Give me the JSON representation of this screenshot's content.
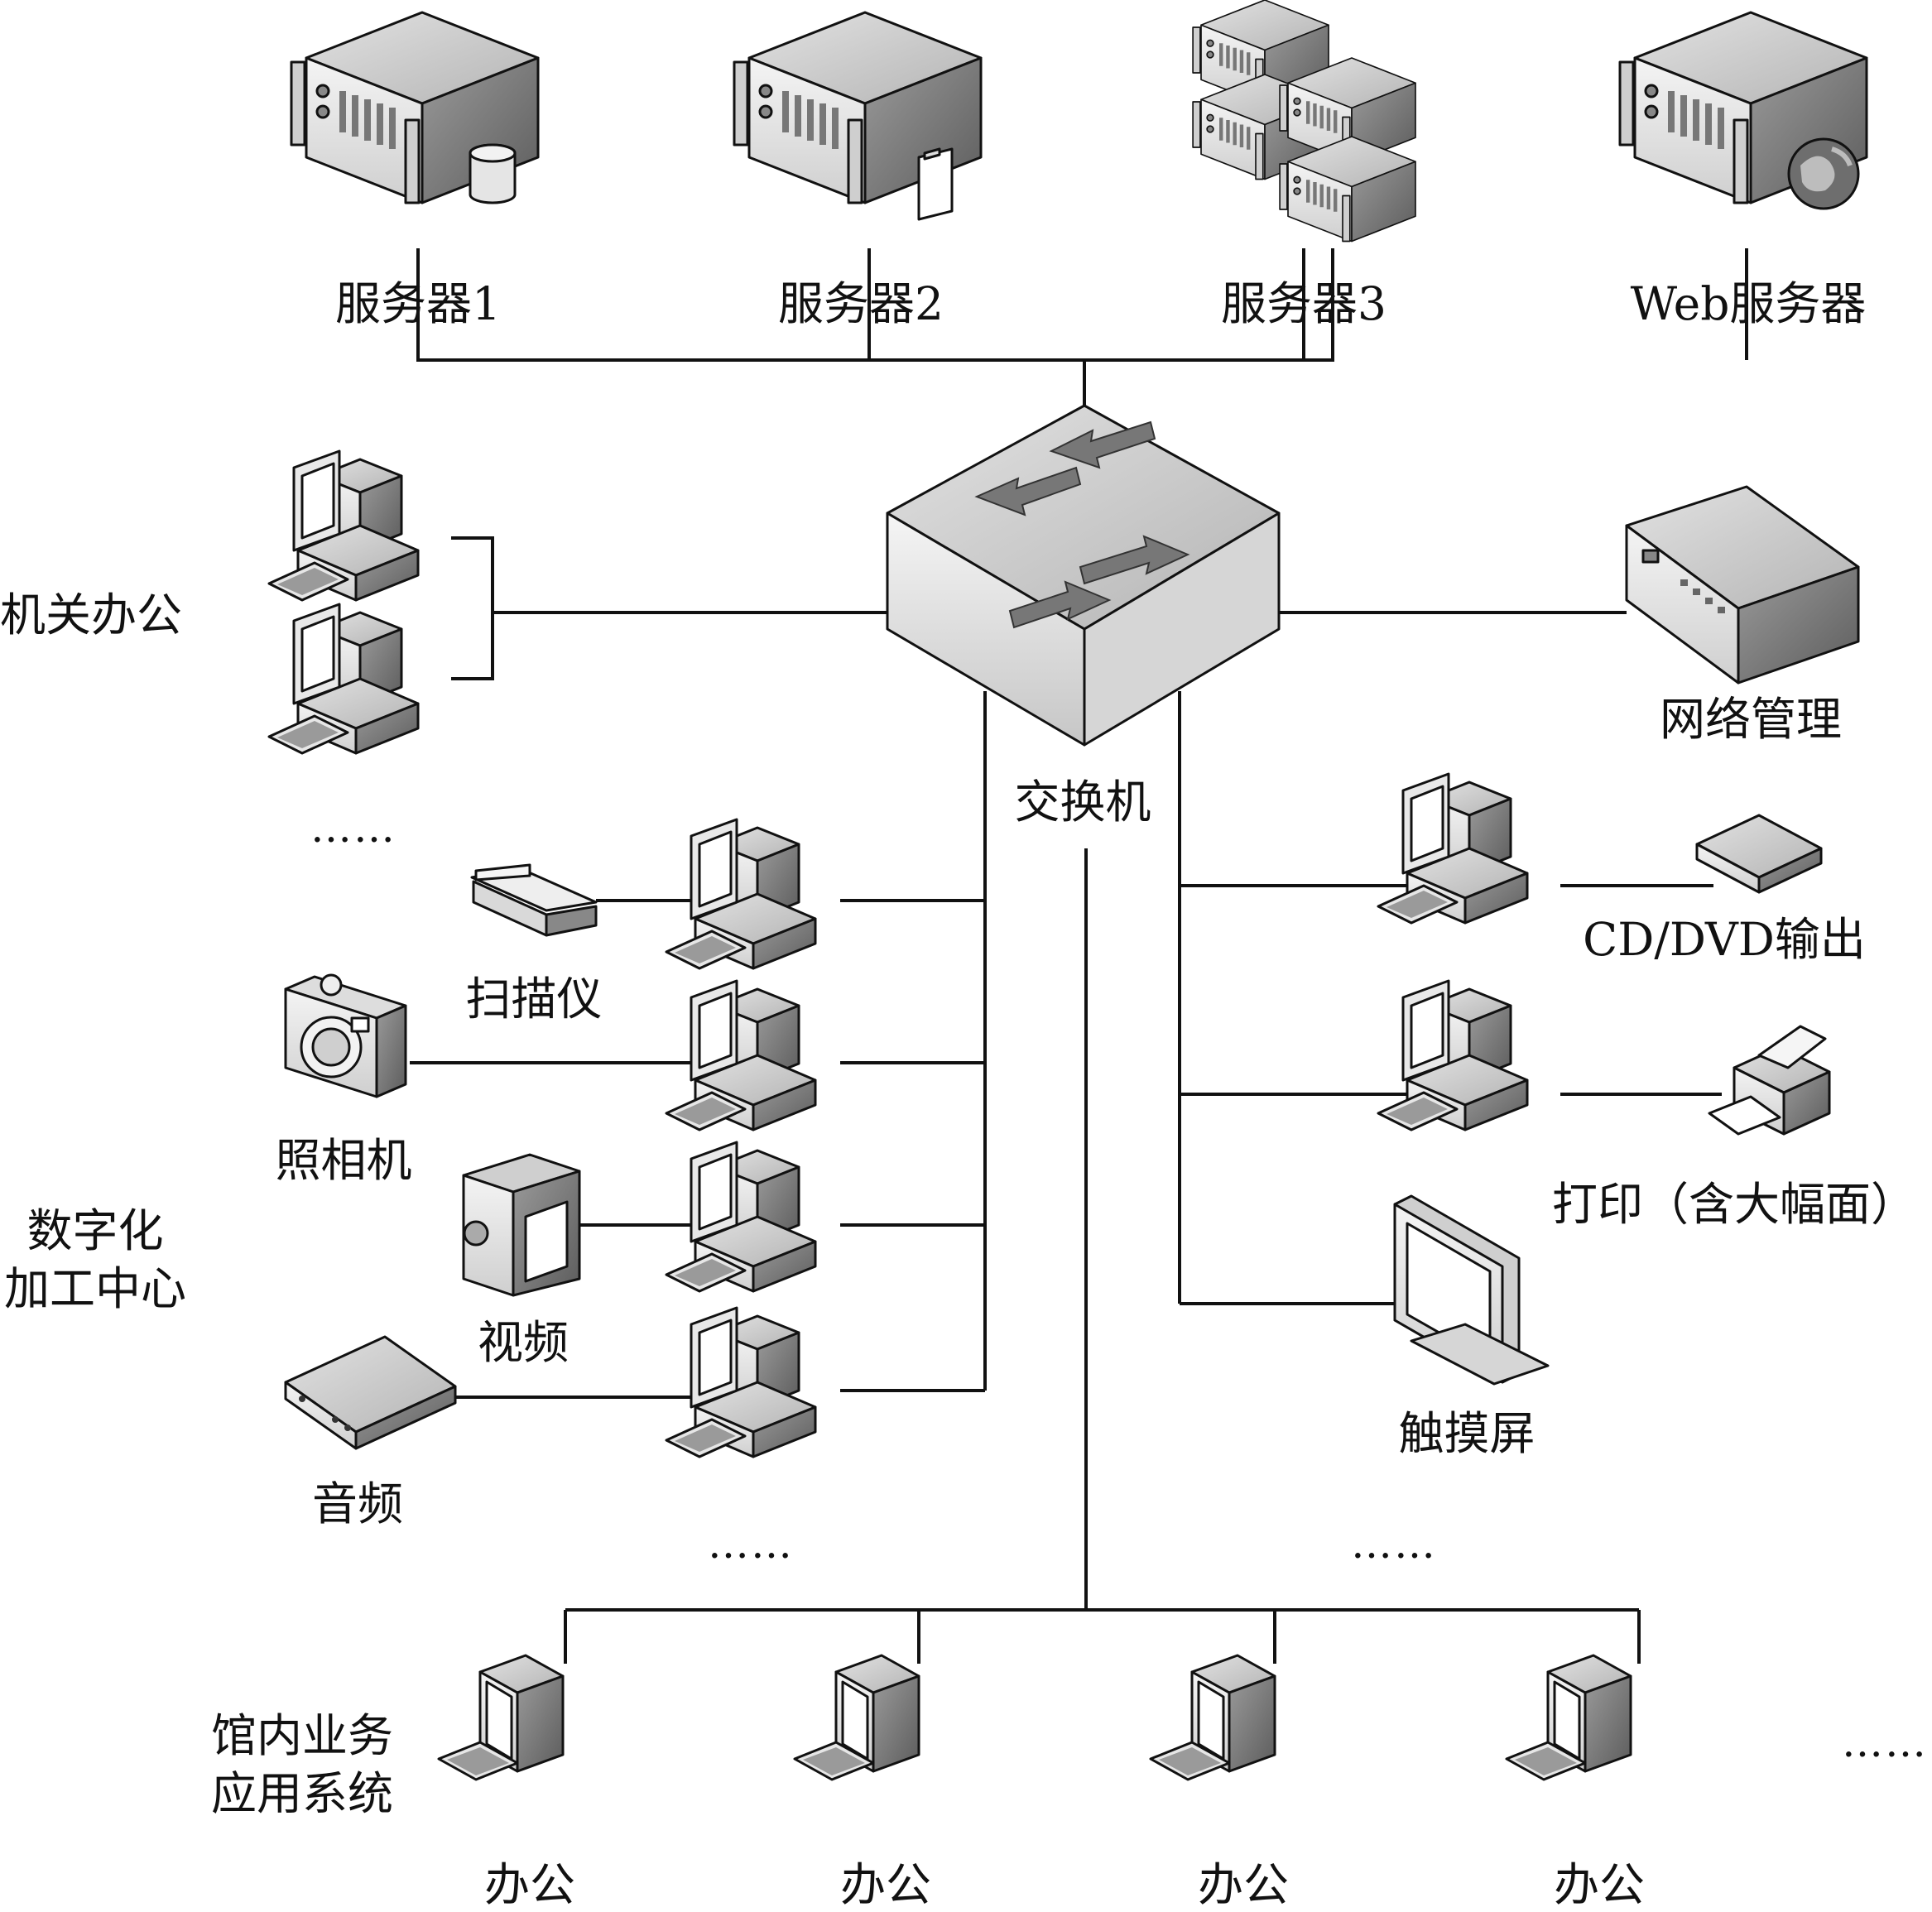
{
  "servers": {
    "server1": "服务器1",
    "server2": "服务器2",
    "server3": "服务器3",
    "web": "Web服务器"
  },
  "core": {
    "switch": "交换机",
    "network_mgmt": "网络管理"
  },
  "groups": {
    "office_admin": "机关办公",
    "digitization_line1": "数字化",
    "digitization_line2": "加工中心",
    "internal_line1": "馆内业务",
    "internal_line2": "应用系统"
  },
  "devices": {
    "scanner": "扫描仪",
    "camera": "照相机",
    "video": "视频",
    "audio": "音频",
    "cd_output": "CD/DVD输出",
    "printer": "打印（含大幅面）",
    "touchscreen": "触摸屏"
  },
  "bottom": {
    "office1": "办公",
    "office2": "办公",
    "office3": "办公",
    "office4": "办公"
  },
  "ellipsis": "……",
  "colors": {
    "line": "#111111",
    "device_face": "#eeeeee",
    "device_top": "#d8d8d8",
    "device_side": "#8f8f8f",
    "screen": "#ffffff"
  }
}
